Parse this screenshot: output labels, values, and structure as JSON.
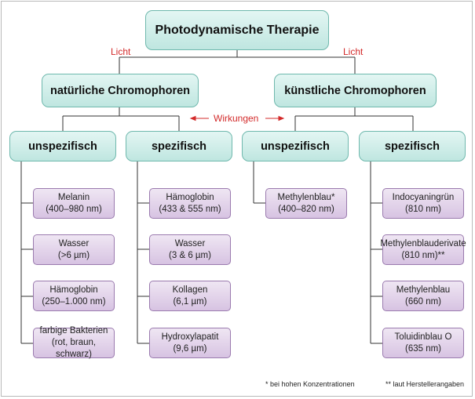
{
  "root": "Photodynamische Therapie",
  "light_left": "Licht",
  "light_right": "Licht",
  "effects": "Wirkungen",
  "natural": {
    "title": "natürliche Chromophoren",
    "unspecific": {
      "title": "unspezifisch",
      "items": [
        {
          "name": "Melanin",
          "value": "(400–980 nm)"
        },
        {
          "name": "Wasser",
          "value": "(>6 µm)"
        },
        {
          "name": "Hämoglobin",
          "value": "(250–1.000 nm)"
        },
        {
          "name": "farbige Bakterien",
          "value": "(rot, braun, schwarz)"
        }
      ]
    },
    "specific": {
      "title": "spezifisch",
      "items": [
        {
          "name": "Hämoglobin",
          "value": "(433  & 555 nm)"
        },
        {
          "name": "Wasser",
          "value": "(3 & 6 µm)"
        },
        {
          "name": "Kollagen",
          "value": "(6,1 µm)"
        },
        {
          "name": "Hydroxylapatit",
          "value": "(9,6 µm)"
        }
      ]
    }
  },
  "artificial": {
    "title": "künstliche Chromophoren",
    "unspecific": {
      "title": "unspezifisch",
      "items": [
        {
          "name": "Methylenblau*",
          "value": "(400–820 nm)"
        }
      ]
    },
    "specific": {
      "title": "spezifisch",
      "items": [
        {
          "name": "Indocyaningrün",
          "value": "(810 nm)"
        },
        {
          "name": "Methylenblauderivate",
          "value": "(810 nm)**"
        },
        {
          "name": "Methylenblau",
          "value": "(660 nm)"
        },
        {
          "name": "Toluidinblau O",
          "value": "(635 nm)"
        }
      ]
    }
  },
  "footnote_1": "* bei hohen Konzentrationen",
  "footnote_2": "** laut Herstellerangaben"
}
